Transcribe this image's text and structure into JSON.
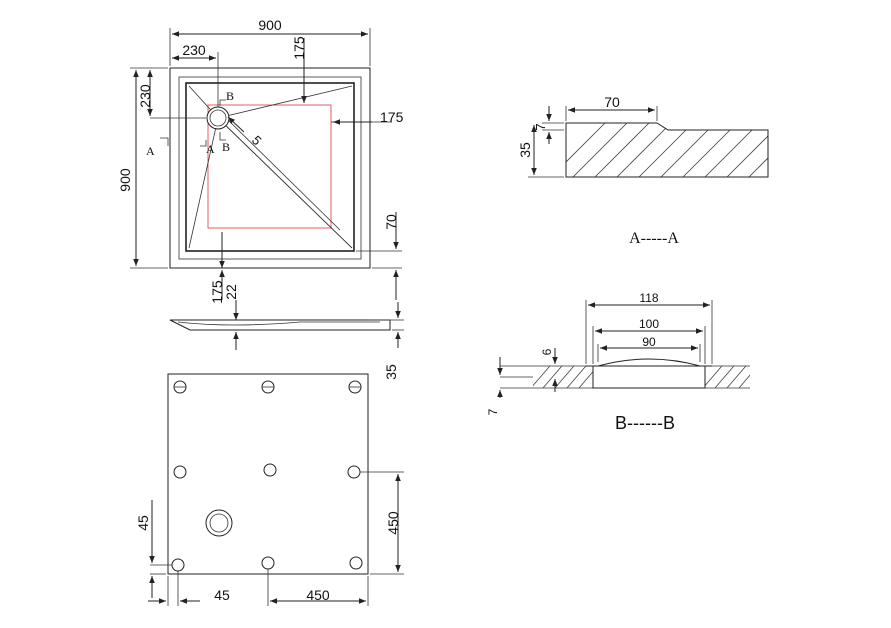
{
  "plan_view": {
    "dim_width": "900",
    "dim_230_top": "230",
    "dim_175_top": "175",
    "dim_230_left": "230",
    "dim_900_left": "900",
    "dim_175_right": "175",
    "dim_5": "5",
    "dim_70": "70",
    "dim_175_bottom": "175",
    "dim_22": "22",
    "label_a_left": "A",
    "label_a_small": "A",
    "label_b_top": "B",
    "label_b_bottom": "B"
  },
  "side_view": {
    "dim_35": "35"
  },
  "bottom_view": {
    "dim_45_vertical": "45",
    "dim_450_vertical": "450",
    "dim_45_horizontal": "45",
    "dim_450_horizontal": "450"
  },
  "section_a": {
    "dim_70": "70",
    "dim_7": "7",
    "dim_35": "35",
    "title": "A-----A"
  },
  "section_b": {
    "dim_118": "118",
    "dim_100": "100",
    "dim_90": "90",
    "dim_6": "6",
    "dim_7": "7",
    "title": "B------B"
  }
}
